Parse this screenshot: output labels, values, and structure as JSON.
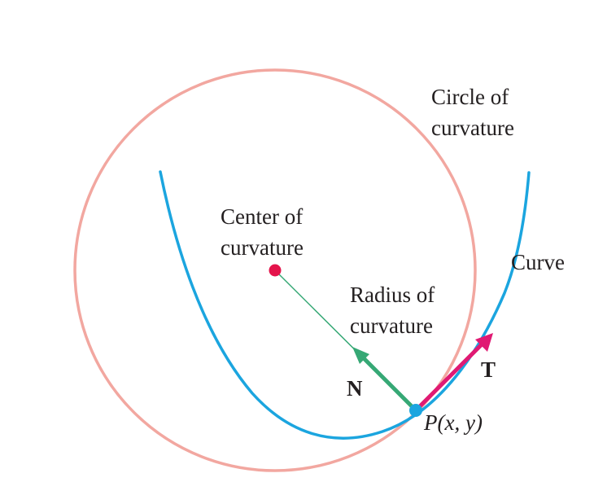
{
  "labels": {
    "circle_line1": "Circle of",
    "circle_line2": "curvature",
    "center_line1": "Center of",
    "center_line2": "curvature",
    "radius_line1": "Radius of",
    "radius_line2": "curvature",
    "curve": "Curve",
    "normal": "N",
    "tangent": "T",
    "point_p": "P",
    "point_coords": "(x, y)"
  },
  "colors": {
    "curve": "#1ba5df",
    "circle": "#f2a7a0",
    "center_point": "#e4144b",
    "radius_line": "#36a875",
    "normal_vector": "#36a875",
    "tangent_vector": "#e01a73",
    "point": "#1ba5df",
    "text": "#231f20"
  }
}
